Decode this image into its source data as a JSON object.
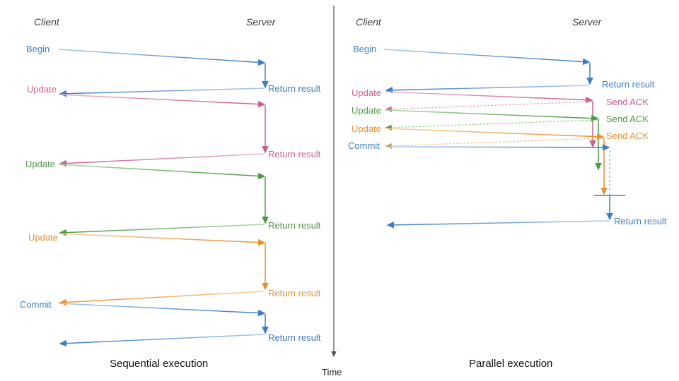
{
  "figure": {
    "divider_color": "#555555",
    "time_axis": {
      "label": "Time",
      "color": "#1a1a1a"
    }
  },
  "colors": {
    "blue": "#3c7ec4",
    "blue_light": "#7fb0dd",
    "pink": "#c9608f",
    "pink_light": "#dba3bf",
    "green": "#4d9a43",
    "green_light": "#93c78b",
    "orange": "#e5912f",
    "orange_light": "#f2bd7c",
    "actor": "#3c3c3c",
    "caption": "#111111"
  },
  "panels": [
    {
      "id": "sequential",
      "caption": "Sequential execution",
      "actors": {
        "client": "Client",
        "server": "Server"
      },
      "client_labels": [
        {
          "text": "Begin",
          "color": "#3c7ec4"
        },
        {
          "text": "Update",
          "color": "#c9608f"
        },
        {
          "text": "Update",
          "color": "#4d9a43"
        },
        {
          "text": "Update",
          "color": "#e5912f"
        },
        {
          "text": "Commit",
          "color": "#3c7ec4"
        }
      ],
      "server_labels": [
        {
          "text": "Return result",
          "color": "#3c7ec4"
        },
        {
          "text": "Return result",
          "color": "#c9608f"
        },
        {
          "text": "Return result",
          "color": "#4d9a43"
        },
        {
          "text": "Return result",
          "color": "#e5912f"
        },
        {
          "text": "Return result",
          "color": "#3c7ec4"
        }
      ]
    },
    {
      "id": "parallel",
      "caption": "Parallel execution",
      "actors": {
        "client": "Client",
        "server": "Server"
      },
      "client_labels": [
        {
          "text": "Begin",
          "color": "#3c7ec4"
        },
        {
          "text": "Update",
          "color": "#c9608f"
        },
        {
          "text": "Update",
          "color": "#4d9a43"
        },
        {
          "text": "Update",
          "color": "#e5912f"
        },
        {
          "text": "Commit",
          "color": "#3c7ec4"
        }
      ],
      "server_labels": [
        {
          "text": "Return result",
          "color": "#3c7ec4"
        },
        {
          "text": "Send ACK",
          "color": "#c9608f"
        },
        {
          "text": "Send ACK",
          "color": "#4d9a43"
        },
        {
          "text": "Send ACK",
          "color": "#e5912f"
        },
        {
          "text": "Return result",
          "color": "#3c7ec4"
        }
      ]
    }
  ]
}
